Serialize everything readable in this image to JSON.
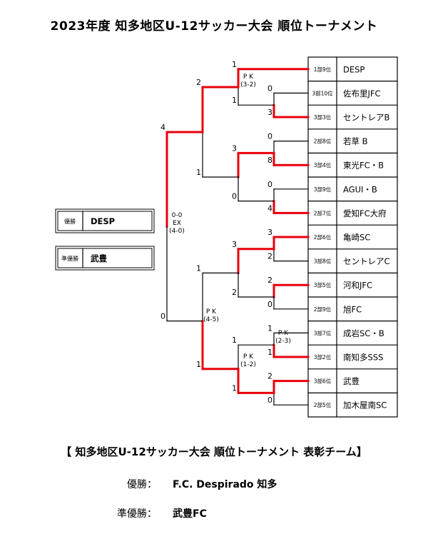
{
  "title": "2023年度 知多地区U-12サッカー大会 順位トーナメント",
  "teams": [
    {
      "rank": "1部9位",
      "name": "DESP"
    },
    {
      "rank": "3部10位",
      "name": "佐布里JFC"
    },
    {
      "rank": "3部3位",
      "name": "セントレアB"
    },
    {
      "rank": "2部8位",
      "name": "若草 B"
    },
    {
      "rank": "3部4位",
      "name": "東光FC・B"
    },
    {
      "rank": "3部9位",
      "name": "AGUI・B"
    },
    {
      "rank": "2部7位",
      "name": "愛知FC大府"
    },
    {
      "rank": "2部6位",
      "name": "亀崎SC"
    },
    {
      "rank": "3部8位",
      "name": "セントレアC"
    },
    {
      "rank": "3部5位",
      "name": "河和JFC"
    },
    {
      "rank": "2部9位",
      "name": "旭FC"
    },
    {
      "rank": "3部7位",
      "name": "成岩SC・B"
    },
    {
      "rank": "3部2位",
      "name": "南知多SSS"
    },
    {
      "rank": "3部6位",
      "name": "武豊"
    },
    {
      "rank": "2部5位",
      "name": "加木屋南SC"
    }
  ],
  "scores": {
    "r1": [
      "0",
      "3",
      "0",
      "8",
      "0",
      "4",
      "3",
      "2",
      "2",
      "0",
      "1",
      "1",
      "2",
      "0"
    ],
    "r2": [
      "1",
      "1",
      "3",
      "0",
      "3",
      "2",
      "1",
      "1"
    ],
    "r3": [
      "2",
      "1",
      "1",
      "1"
    ],
    "final": [
      "4",
      "0"
    ]
  },
  "pk_notes": {
    "pk1": [
      "P K",
      "(3-2)"
    ],
    "pk2": [
      "P K",
      "(4-5)"
    ],
    "pk3": [
      "P K",
      "(1-2)"
    ],
    "pk4": [
      "P K",
      "(2-3)"
    ],
    "final": [
      "0-0",
      "EX",
      "(4-0)"
    ]
  },
  "results": {
    "winner_label": "優勝",
    "winner_name": "DESP",
    "runner_up_label": "準優勝",
    "runner_up_name": "武豊"
  },
  "awards": {
    "heading": "【 知多地区U-12サッカー大会 順位トーナメント 表彰チーム】",
    "winner_label": "優勝：",
    "winner_value": "F.C. Despirado 知多",
    "runner_up_label": "準優勝：",
    "runner_up_value": "武豊FC"
  },
  "colors": {
    "winner_path": "#e8000b",
    "line": "#000000"
  }
}
